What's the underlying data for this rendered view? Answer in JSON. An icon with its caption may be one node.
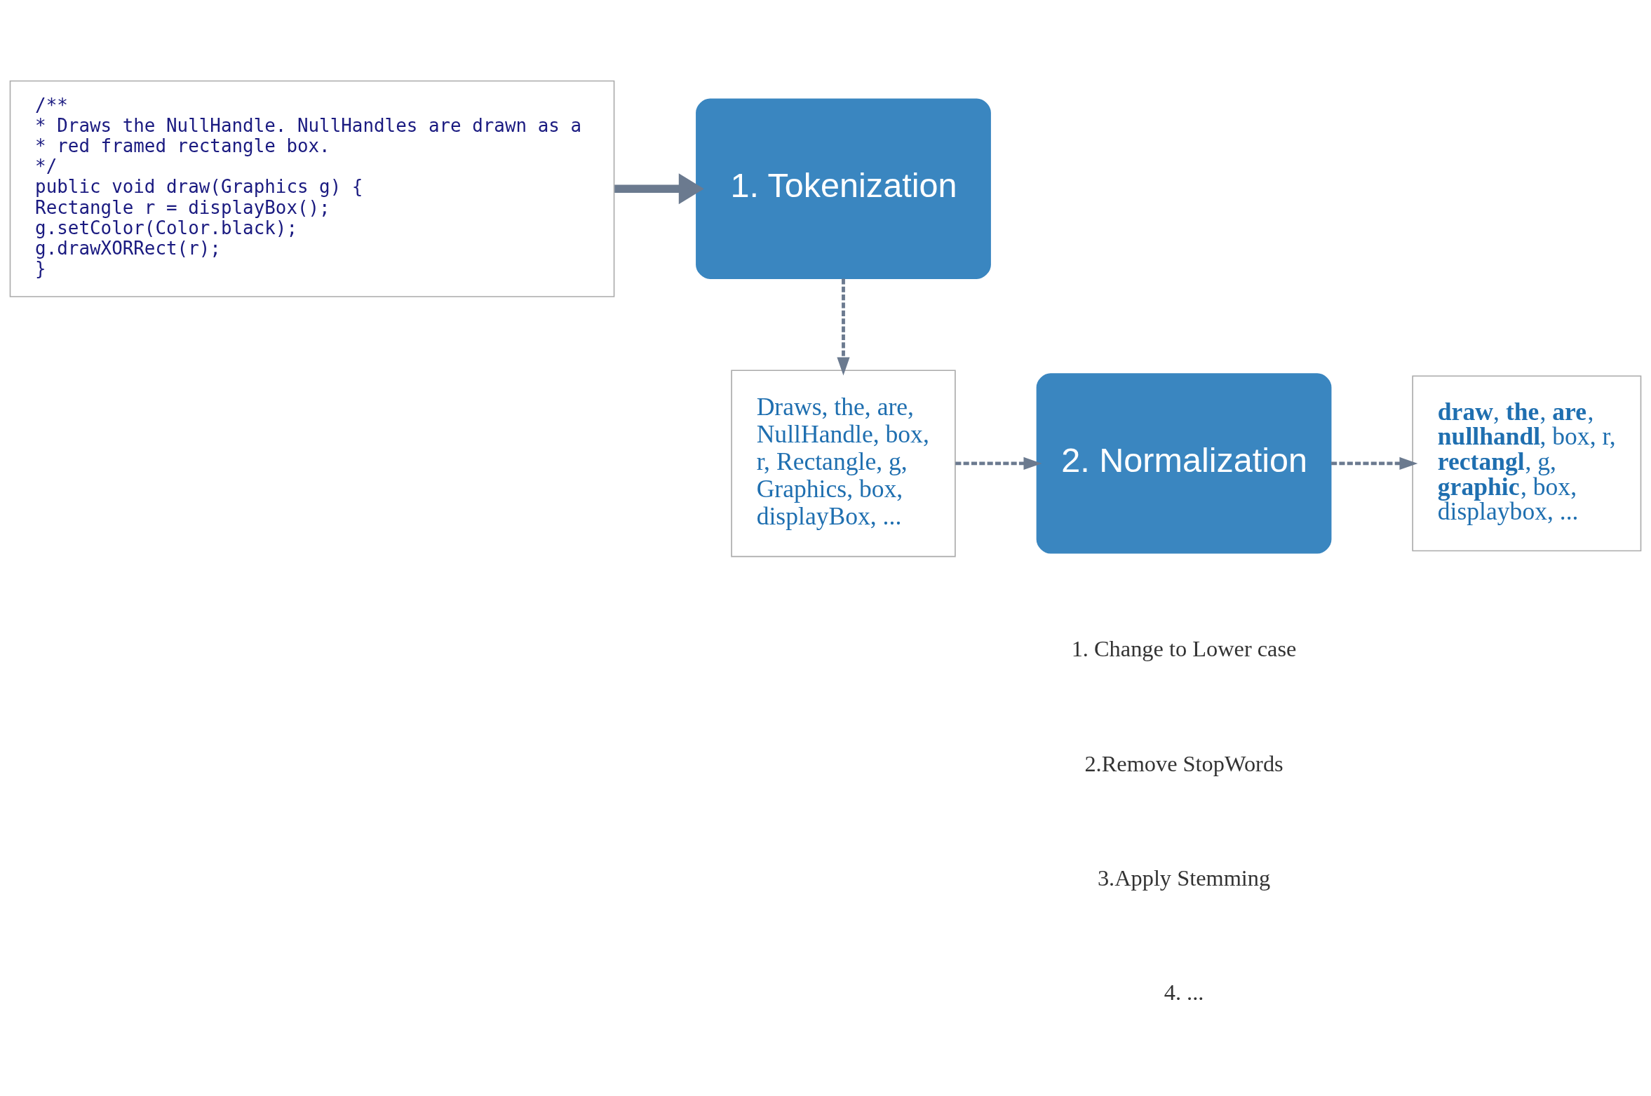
{
  "diagram": {
    "nodes": [
      {
        "text": [
          "1. Tokenization"
        ]
      },
      {
        "text": [
          "/**",
          "* Draws the NullHandle. NullHandles are drawn as a",
          "* red framed rectangle box.",
          "*/",
          "public void draw(Graphics g) {",
          "Rectangle r = displayBox();",
          "g.setColor(Color.black);",
          "g.drawXORRect(r);",
          "}"
        ]
      },
      {
        "text": [
          "Draws, the, are, NullHandle, box, r, Rectangle, g, Graphics, box, displayBox, ..."
        ]
      },
      {
        "text": [
          "2. Normalization"
        ]
      },
      {
        "text": [
          "**draw**, **the**, **are**, **nullhandl**, box, r, **rectangl**, g, **graphic**, box, displaybox, ..."
        ]
      }
    ],
    "edges": [
      {
        "from": 1,
        "to": 0,
        "arrow": "to",
        "style": "thick"
      },
      {
        "from": 0,
        "to": 2,
        "arrow": "to",
        "style": "dashed"
      },
      {
        "from": 2,
        "to": 3,
        "arrow": "to",
        "style": "dashed"
      },
      {
        "from": 3,
        "to": 4,
        "arrow": "to",
        "style": "dashed"
      }
    ],
    "labels": [
      "1. Change to Lower case",
      "2.Remove StopWords",
      "3.Apply Stemming",
      "4. ..."
    ]
  }
}
